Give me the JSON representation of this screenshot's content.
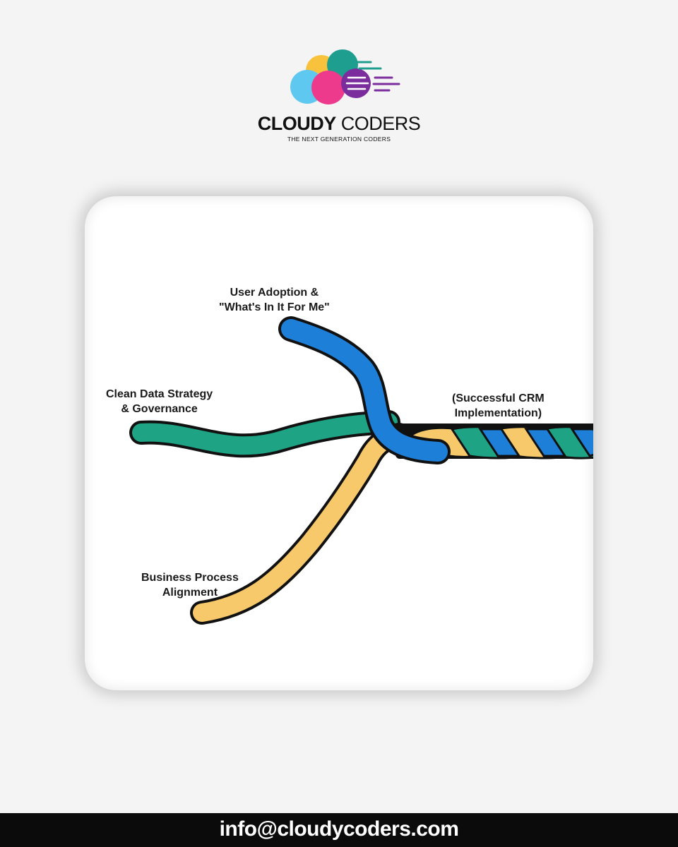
{
  "brand": {
    "name_bold": "CLOUDY",
    "name_light": "CODERS",
    "tagline": "THE NEXT GENERATION CODERS",
    "colors": {
      "yellow": "#F9C23C",
      "teal": "#1E9E8F",
      "light_blue": "#5EC8F0",
      "pink": "#EE3A8C",
      "purple": "#7B2D9E"
    }
  },
  "diagram": {
    "strands": [
      {
        "label": "User Adoption &\n\"What's In It For Me\"",
        "color": "#1E7FD8"
      },
      {
        "label": "Clean Data Strategy\n& Governance",
        "color": "#1EA384"
      },
      {
        "label": "Business Process\nAlignment",
        "color": "#F8C96A"
      }
    ],
    "outcome_label": "(Successful CRM\nImplementation)"
  },
  "footer": {
    "email": "info@cloudycoders.com"
  }
}
